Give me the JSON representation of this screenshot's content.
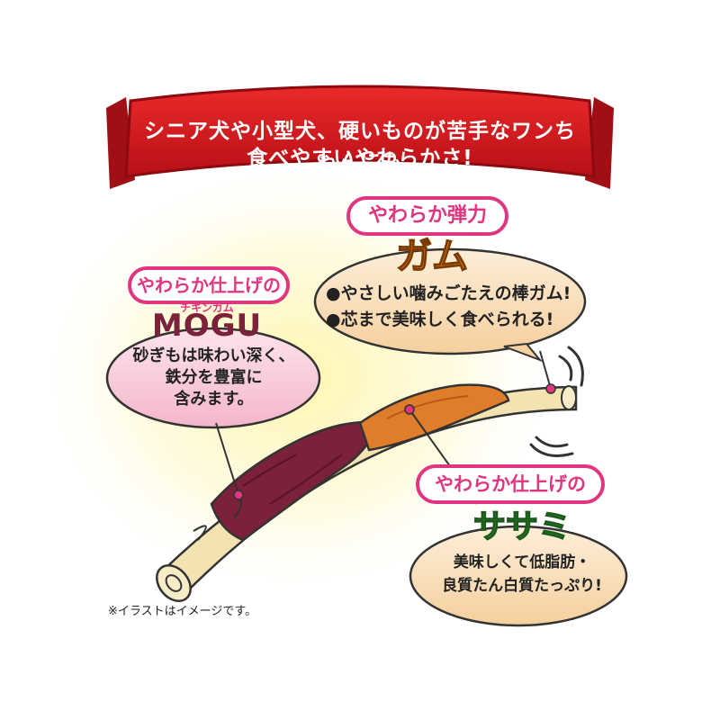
{
  "banner": {
    "line1": "シニア犬や小型犬、硬いものが苦手なワンちゃんにも",
    "line2": "食べやすいやわらかさ!"
  },
  "gum": {
    "badge": "やわらか弾力",
    "name": "ガム",
    "point1": "●やさしい噛みごたえの棒ガム!",
    "point2": "●芯まで美味しく食べられる!"
  },
  "mogu": {
    "badge": "やわらか仕上げの",
    "ruby": "チキンガム",
    "name": "MOGU",
    "desc1": "砂ぎもは味わい深く、",
    "desc2": "鉄分を豊富に",
    "desc3": "含みます。"
  },
  "sasami": {
    "badge": "やわらか仕上げの",
    "name": "ササミ",
    "desc1": "美味しくて低脂肪・",
    "desc2": "良質たん白質たっぷり!"
  },
  "footnote": "※イラストはイメージです。",
  "colors": {
    "banner_red": "#d7161d",
    "pink_accent": "#e0357f",
    "gum_orange": "#f08a1c",
    "sasami_green": "#3aa63a",
    "peach_bubble": "#f9dcb6",
    "pink_bubble": "#f7c7d6",
    "liver": "#7b2139",
    "chicken": "#e07d2a",
    "stick": "#f3e3b0"
  }
}
